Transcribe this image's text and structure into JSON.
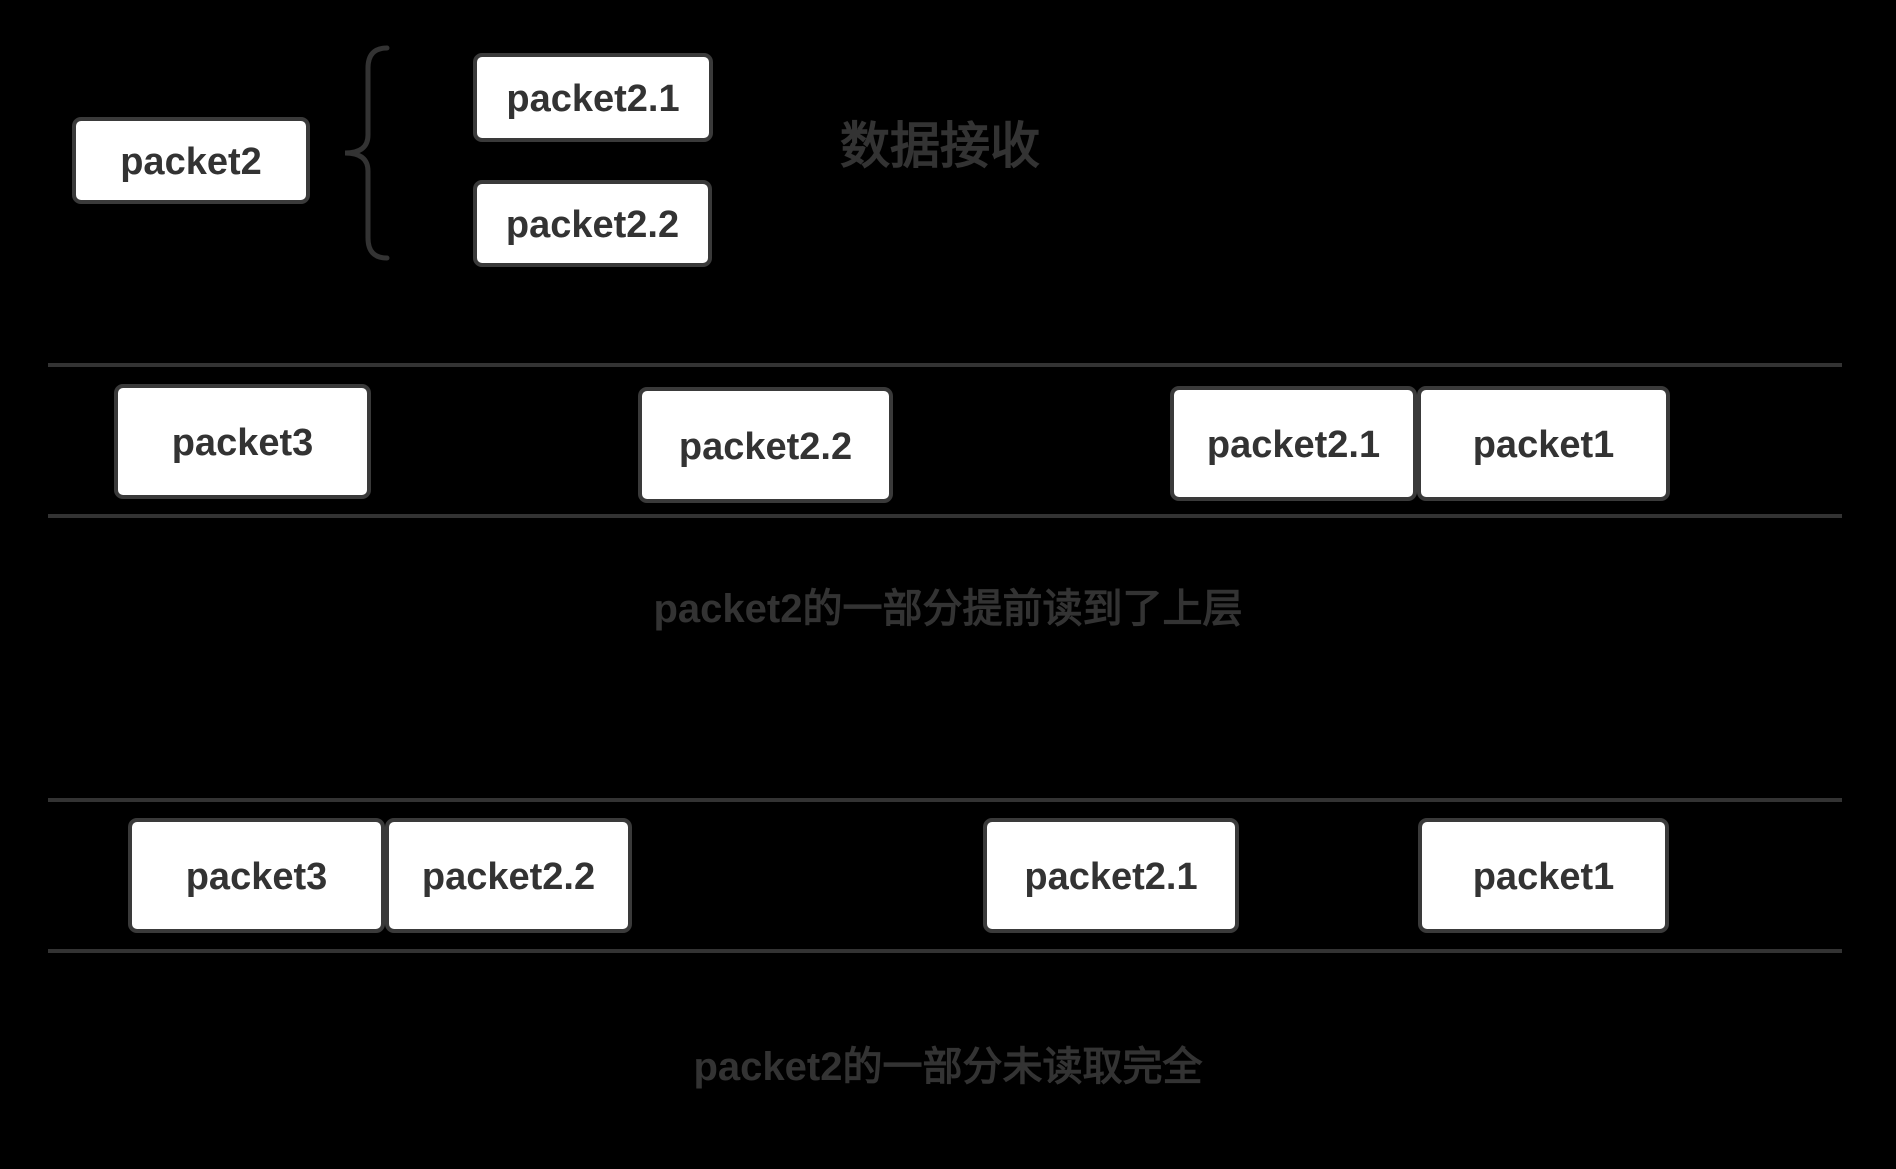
{
  "colors": {
    "background": "#000000",
    "box_fill": "#ffffff",
    "box_border": "#3a3a3a",
    "text": "#333333",
    "line": "#333333"
  },
  "legend": {
    "title": "数据接收",
    "whole_packet": "packet2",
    "fragments": [
      "packet2.1",
      "packet2.2"
    ]
  },
  "stream_top": {
    "caption": "packet2的一部分提前读到了上层",
    "packets": [
      "packet3",
      "packet2.2",
      "packet2.1",
      "packet1"
    ]
  },
  "stream_bottom": {
    "caption": "packet2的一部分未读取完全",
    "packets": [
      "packet3",
      "packet2.2",
      "packet2.1",
      "packet1"
    ]
  }
}
